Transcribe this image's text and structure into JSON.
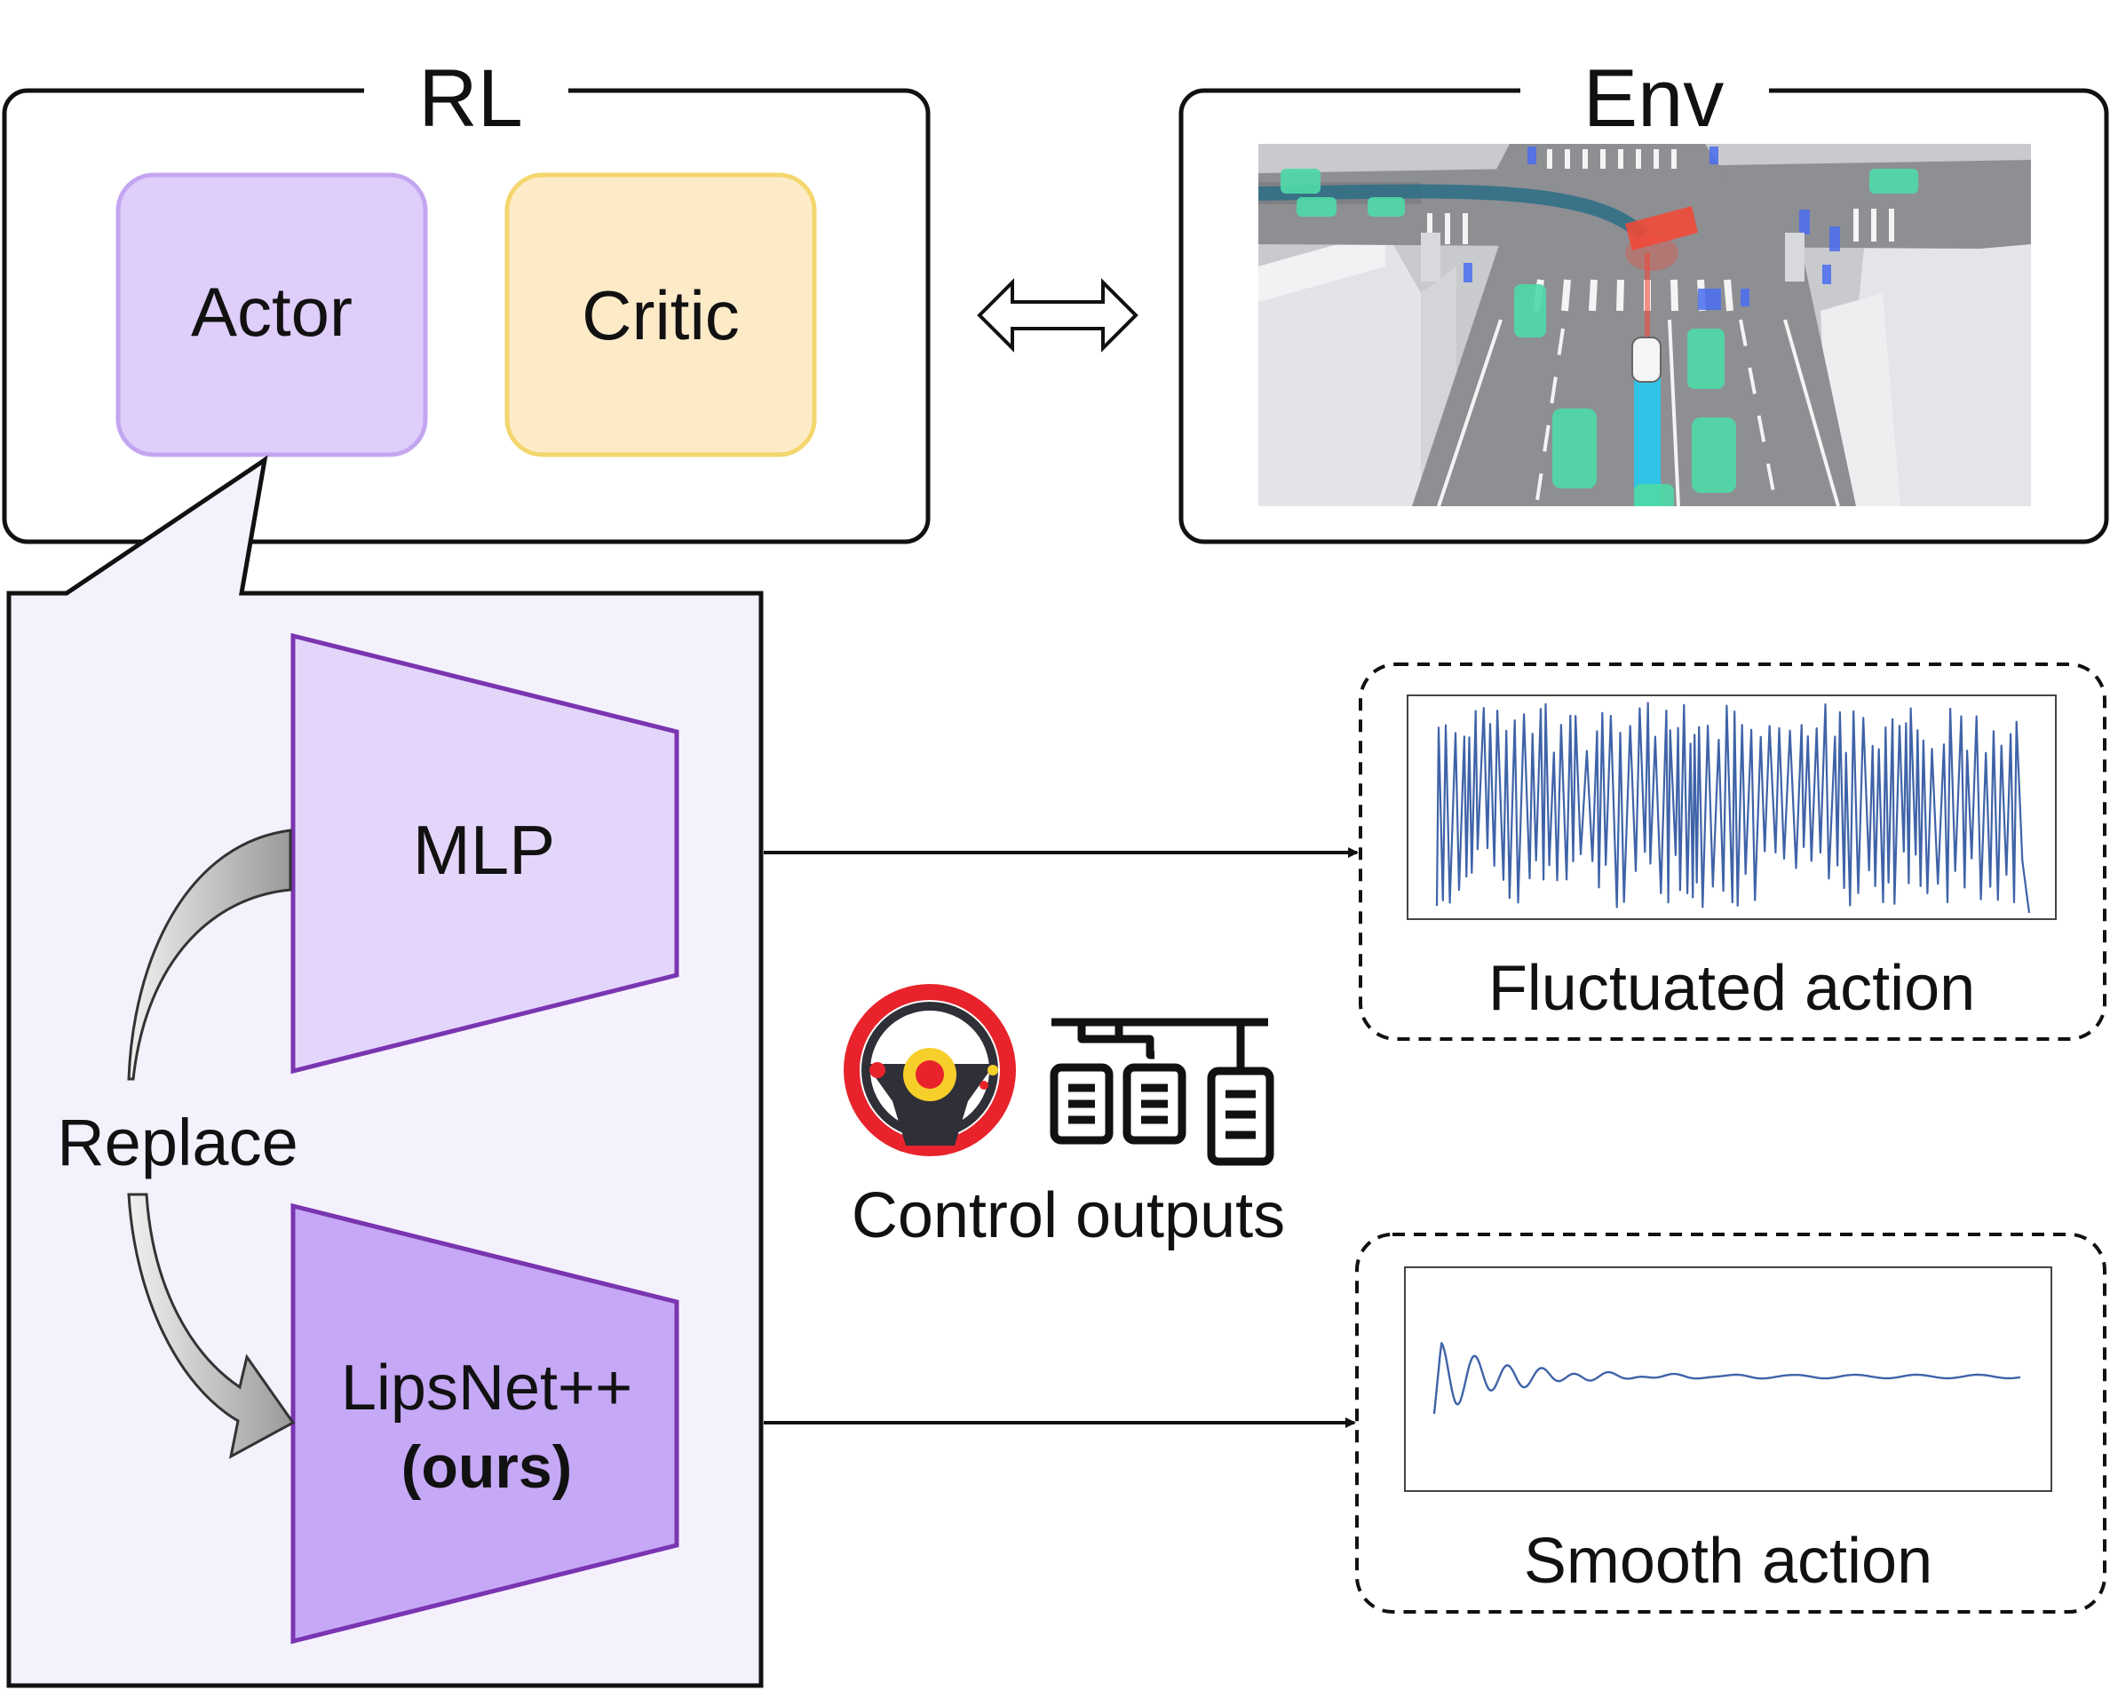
{
  "rl": {
    "title": "RL",
    "actor_label": "Actor",
    "critic_label": "Critic"
  },
  "env": {
    "title": "Env"
  },
  "networks": {
    "mlp_label": "MLP",
    "lipsnet_label": "LipsNet++",
    "lipsnet_sub": "(ours)",
    "replace_label": "Replace"
  },
  "control": {
    "label": "Control outputs"
  },
  "outputs": {
    "fluctuated_label": "Fluctuated action",
    "smooth_label": "Smooth action"
  },
  "colors": {
    "actor_fill": "#dfcdfa",
    "actor_stroke": "#c4a6f0",
    "critic_fill": "#fdebc8",
    "critic_stroke": "#f4d66e",
    "panel_fill": "#f4f1fd",
    "mlp_fill": "#e4d6fb",
    "lipsnet_fill": "#c5a8f6",
    "trapezoid_stroke": "#7a35b0",
    "signal_blue": "#3f63a8",
    "road_gray": "#8e8f93",
    "car_green": "#4fd9a8",
    "ego_path_cyan": "#2fc4e6",
    "highlight_red": "#f04a3a",
    "wheel_red": "#e8232b",
    "wheel_dark": "#2f2f37"
  },
  "icons": [
    "double-arrow-icon",
    "steering-wheel-icon",
    "pedals-icon",
    "replace-arrow-icon"
  ]
}
